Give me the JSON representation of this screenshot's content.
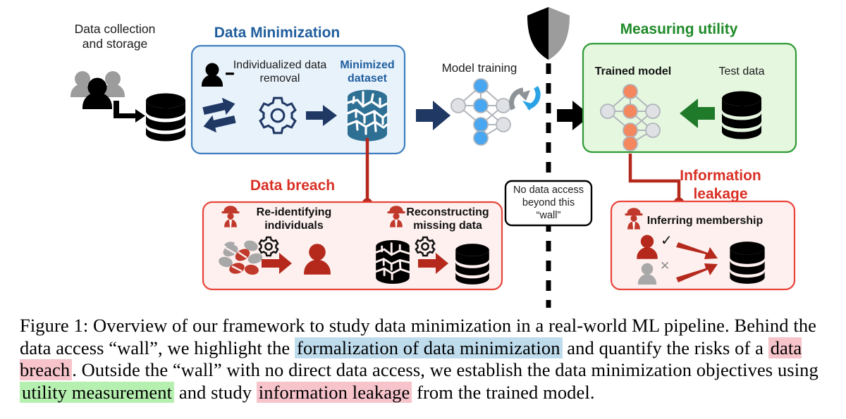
{
  "figure": {
    "title_labels": {
      "data_collection": [
        "Data collection",
        "and storage"
      ],
      "data_minimization": "Data Minimization",
      "measuring_utility": "Measuring utility",
      "data_breach": "Data breach",
      "information_leakage": [
        "Information",
        "leakage"
      ]
    },
    "minimization_box": {
      "individualized_removal": [
        "Individualized data",
        "removal"
      ],
      "minimized_dataset": [
        "Minimized",
        "dataset"
      ]
    },
    "model_training_label": "Model training",
    "utility_box": {
      "trained_model": "Trained model",
      "test_data": "Test data"
    },
    "wall_note": [
      "No data access",
      "beyond this",
      "“wall”"
    ],
    "breach_box": {
      "reidentify": [
        "Re-identifying",
        "individuals"
      ],
      "reconstruct": [
        "Reconstructing",
        "missing data"
      ]
    },
    "leakage_box": {
      "inferring_membership": "Inferring membership",
      "check_mark": "✓",
      "cross_mark": "✕"
    },
    "icons": {
      "people_group": "people-group-icon",
      "database": "database-icon",
      "person_minus": "person-minus-icon",
      "swap": "swap-arrows-icon",
      "gear": "gear-icon",
      "arrow": "arrow-right-icon",
      "minimized_cylinder": "minimized-dataset-icon",
      "neural_net": "neural-network-icon",
      "retrain_loop": "retrain-loop-icon",
      "shield": "shield-icon",
      "spy": "spy-icon",
      "fragments": "data-fragments-icon",
      "person": "person-icon"
    },
    "colors": {
      "minimization_title": "#1f5e9e",
      "minimization_box_fill": "#e8f2fb",
      "minimization_box_stroke": "#3e7ebf",
      "utility_title": "#1f8a28",
      "utility_box_fill": "#e6f7e0",
      "utility_box_stroke": "#2f9b35",
      "breach_title": "#d93025",
      "breach_box_fill": "#fdf0ef",
      "breach_box_stroke": "#e8443a",
      "dark_navy_arrow": "#1f3864",
      "teal_dataset": "#2e6f94",
      "node_blue": "#49a6f0",
      "node_orange": "#f4875e",
      "node_gray": "#dfe1e4",
      "red_connector": "#b5291d",
      "spy_red": "#c0392b",
      "gray_person": "#9c9c9c",
      "black": "#000000"
    }
  },
  "caption": {
    "segments": [
      {
        "text": "Figure 1: Overview of our framework to study data minimization in a real-world ML pipeline. Behind the data access “wall”, we highlight the ",
        "style": "plain"
      },
      {
        "text": "formalization of data minimization",
        "style": "hl-blue"
      },
      {
        "text": " and quantify the risks of a ",
        "style": "plain"
      },
      {
        "text": "data breach",
        "style": "hl-red"
      },
      {
        "text": ". Outside the “wall” with no direct data access, we establish the data minimization objectives using ",
        "style": "plain"
      },
      {
        "text": "utility measurement",
        "style": "hl-green"
      },
      {
        "text": " and study ",
        "style": "plain"
      },
      {
        "text": "information leakage",
        "style": "hl-red"
      },
      {
        "text": " from the trained model.",
        "style": "plain"
      }
    ],
    "full_text": "Figure 1: Overview of our framework to study data minimization in a real-world ML pipeline. Behind the data access “wall”, we highlight the formalization of data minimization and quantify the risks of a data breach . Outside the “wall” with no direct data access, we establish the data minimization objectives using utility measurement and study information leakage from the trained model."
  }
}
